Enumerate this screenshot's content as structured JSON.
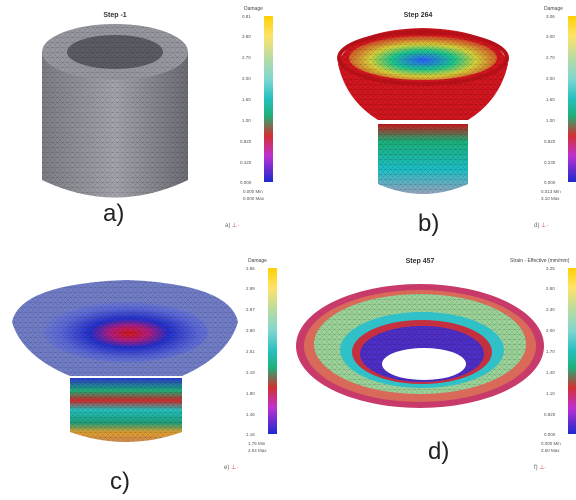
{
  "panels": [
    {
      "caption": "a)",
      "step": "Step  -1",
      "legend_title": "Damage",
      "ticks": [
        "0.81",
        "3.80",
        "2.70",
        "2.00",
        "1.60",
        "1.00",
        "0.820",
        "0.420",
        "0.000"
      ],
      "minmax": [
        "0.000  Min",
        "0.000  Max"
      ],
      "axes_label": "a)"
    },
    {
      "caption": "b)",
      "step": "Step  264",
      "legend_title": "Damage",
      "ticks": [
        "3.06",
        "3.00",
        "2.70",
        "2.00",
        "1.60",
        "1.00",
        "0.820",
        "0.230",
        "0.000"
      ],
      "minmax": [
        "0.013  Min",
        "3.10  Max"
      ],
      "axes_label": "d)"
    },
    {
      "caption": "c)",
      "step": "",
      "legend_title": "Damage",
      "ticks": [
        "2.86",
        "2.99",
        "2.87",
        "2.80",
        "2.51",
        "2.19",
        "1.80",
        "1.46",
        "1.16"
      ],
      "minmax": [
        "1.76  Min",
        "2.04  Max"
      ],
      "axes_label": "e)"
    },
    {
      "caption": "d)",
      "step": "Step  457",
      "legend_title": "Strain - Effective (mm/mm)",
      "ticks": [
        "3.25",
        "2.80",
        "2.30",
        "2.00",
        "1.70",
        "1.40",
        "1.10",
        "0.820",
        "0.000"
      ],
      "minmax": [
        "0.000  Min",
        "3.60  Max"
      ],
      "axes_label": "f)"
    }
  ]
}
